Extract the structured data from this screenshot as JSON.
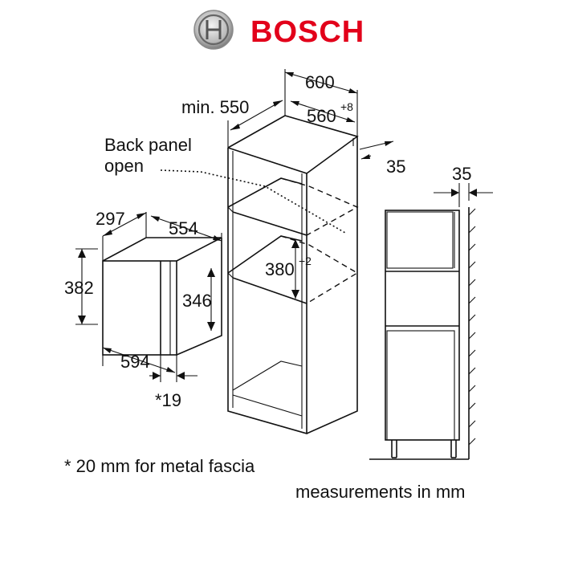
{
  "brand": {
    "name": "BOSCH",
    "logo_icon": "bosch-armature-logo-icon",
    "color": "#e2001a"
  },
  "microwave": {
    "depth": "297",
    "width_top": "554",
    "height_outer": "382",
    "height_inner": "346",
    "width_front": "594",
    "fascia": "*19"
  },
  "cabinet": {
    "width_outer": "600",
    "depth_min": "min. 550",
    "width_inner": "560",
    "width_inner_tol": "+8",
    "back_gap": "35",
    "niche_height": "380",
    "niche_height_tol": "+2",
    "back_panel_line1": "Back panel",
    "back_panel_line2": "open"
  },
  "side_view": {
    "wall_gap": "35"
  },
  "notes": {
    "fascia_note": "* 20 mm for metal fascia",
    "units_note": "measurements in mm"
  }
}
